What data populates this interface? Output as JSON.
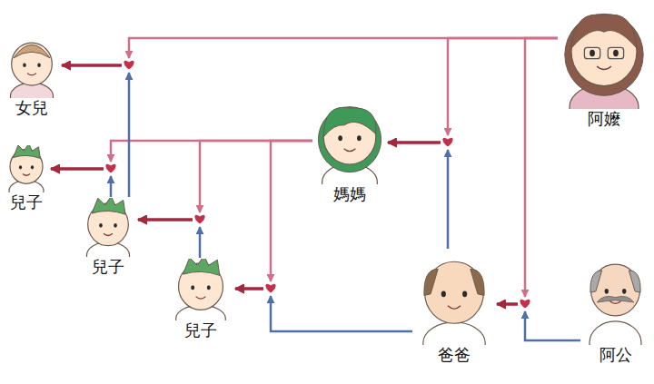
{
  "diagram": {
    "nodes": [
      {
        "text": [
          "女兒"
        ]
      },
      {
        "text": [
          "阿嬤"
        ]
      },
      {
        "text": [
          "媽媽"
        ]
      },
      {
        "text": [
          "兒子"
        ]
      },
      {
        "text": [
          "兒子"
        ]
      },
      {
        "text": [
          "兒子"
        ]
      },
      {
        "text": [
          "爸爸"
        ]
      },
      {
        "text": [
          "阿公"
        ]
      }
    ],
    "edges": [
      {
        "from": 1,
        "to": 6,
        "arrow": "to"
      },
      {
        "from": 7,
        "to": 6,
        "arrow": "to"
      },
      {
        "from": 1,
        "to": 2,
        "arrow": "to"
      },
      {
        "from": 6,
        "to": 2,
        "arrow": "to"
      },
      {
        "from": 2,
        "to": 5,
        "arrow": "to"
      },
      {
        "from": 6,
        "to": 5,
        "arrow": "to"
      },
      {
        "from": 2,
        "to": 4,
        "arrow": "to"
      },
      {
        "from": 5,
        "to": 4,
        "arrow": "to"
      },
      {
        "from": 2,
        "to": 3,
        "arrow": "to"
      },
      {
        "from": 4,
        "to": 3,
        "arrow": "to"
      },
      {
        "from": 1,
        "to": 0,
        "arrow": "to"
      },
      {
        "from": 4,
        "to": 0,
        "arrow": "to"
      }
    ]
  }
}
